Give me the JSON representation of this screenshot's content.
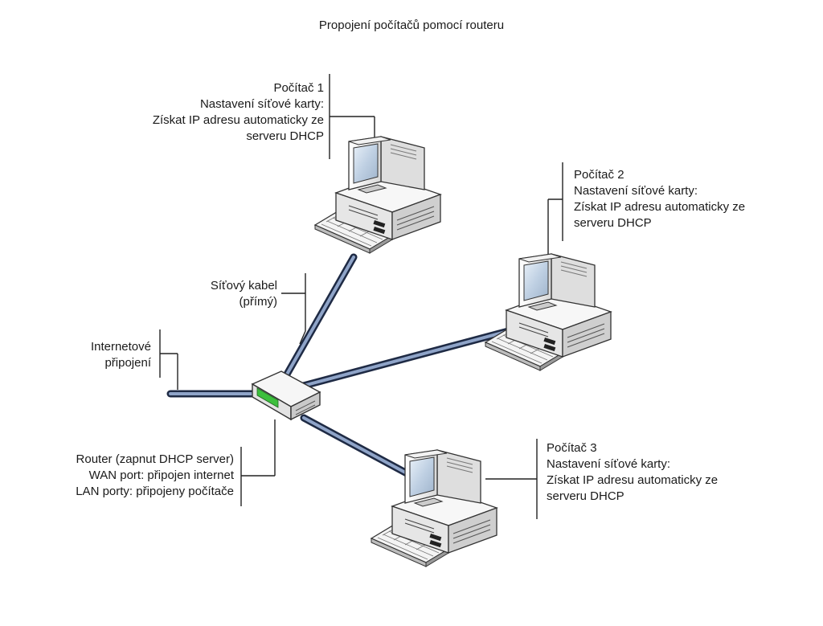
{
  "diagram": {
    "title": "Propojení počítačů pomocí routeru",
    "pc1": {
      "name": "Počítač 1",
      "setting": "Nastavení síťové karty:",
      "detail_1": "Získat IP adresu automaticky ze",
      "detail_2": "serveru DHCP"
    },
    "pc2": {
      "name": "Počítač 2",
      "setting": "Nastavení síťové karty:",
      "detail_1": "Získat IP adresu automaticky ze",
      "detail_2": "serveru DHCP"
    },
    "pc3": {
      "name": "Počítač 3",
      "setting": "Nastavení síťové karty:",
      "detail_1": "Získat IP adresu automaticky ze",
      "detail_2": "serveru DHCP"
    },
    "cable": {
      "line_1": "Síťový kabel",
      "line_2": "(přímý)"
    },
    "internet": {
      "line_1": "Internetové",
      "line_2": "připojení"
    },
    "router": {
      "line_1": "Router (zapnut DHCP server)",
      "line_2": "WAN port: připojen internet",
      "line_3": "LAN porty: připojeny počítače"
    },
    "colors": {
      "cable_outer": "#1e2a44",
      "cable_inner": "#8fa4c8",
      "device_body": "#f2f2f2",
      "screen": "#c9d8e8",
      "router_led": "#3cbf3c"
    }
  }
}
